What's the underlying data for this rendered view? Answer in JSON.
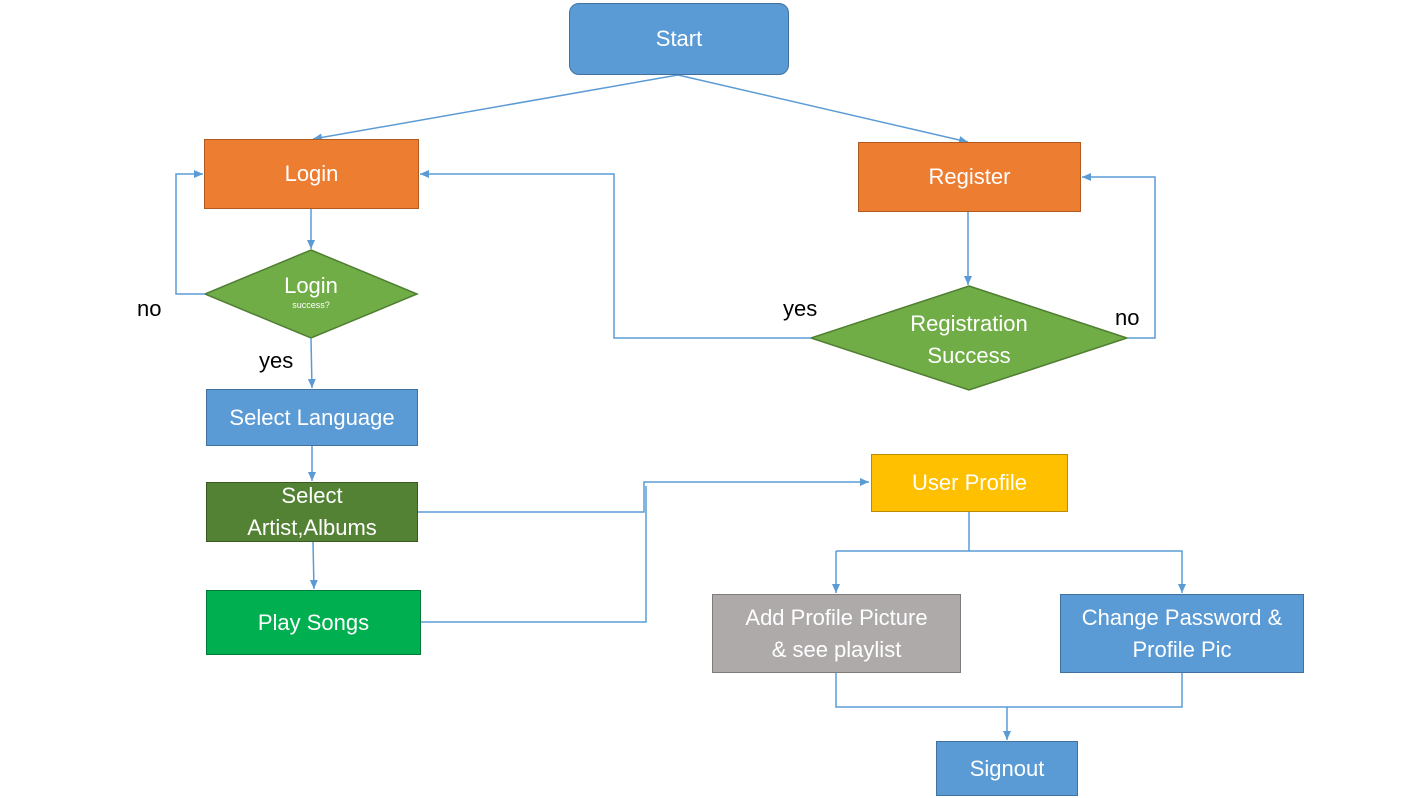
{
  "colors": {
    "blue": "#5b9bd5",
    "blue_border": "#41719c",
    "orange": "#ed7d31",
    "orange_border": "#ae5a21",
    "green_diamond": "#70ad47",
    "green_diamond_border": "#507e32",
    "dark_green": "#548235",
    "bright_green": "#00b050",
    "gold": "#ffc000",
    "gray": "#aeaaaa",
    "line": "#5b9bd5"
  },
  "nodes": {
    "start": "Start",
    "login": "Login",
    "register": "Register",
    "login_decision": {
      "title": "Login",
      "subtitle": "success?"
    },
    "registration_decision": {
      "line1": "Registration",
      "line2": "Success"
    },
    "select_language": "Select Language",
    "select_artist": {
      "line1": "Select",
      "line2": "Artist,Albums"
    },
    "play_songs": "Play Songs",
    "user_profile": "User Profile",
    "add_profile_picture": {
      "line1": "Add Profile Picture",
      "line2": "& see playlist"
    },
    "change_password": {
      "line1": "Change Password &",
      "line2": "Profile Pic"
    },
    "signout": "Signout"
  },
  "labels": {
    "login_no": "no",
    "login_yes": "yes",
    "registration_yes": "yes",
    "registration_no": "no"
  }
}
